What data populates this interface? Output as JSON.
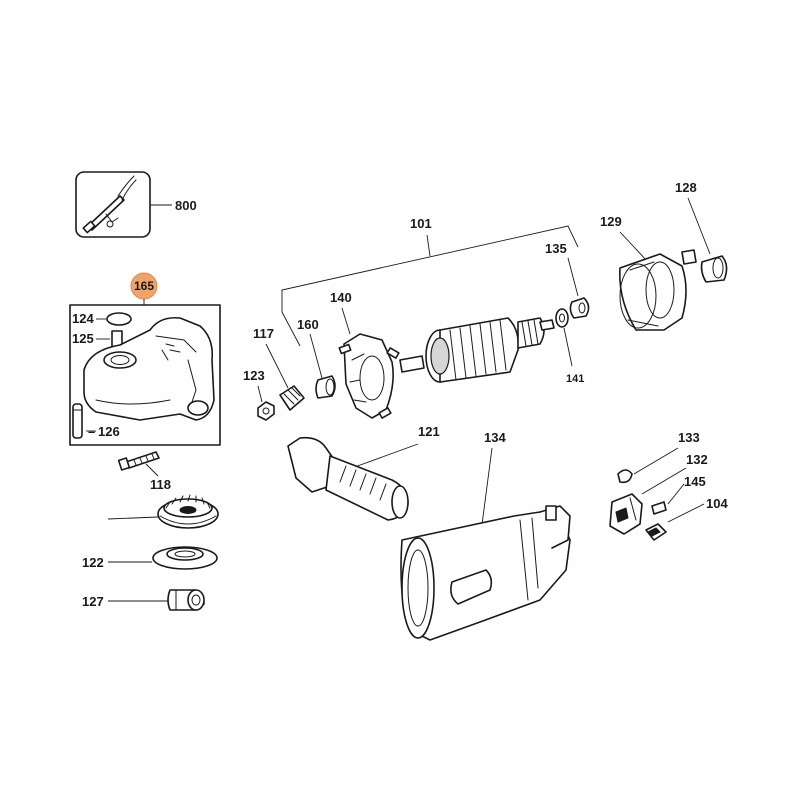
{
  "diagram": {
    "highlight_color": "#f0a46a",
    "labels": {
      "p800": "800",
      "p165": "165",
      "p124": "124",
      "p125": "125",
      "p126": "126",
      "p118": "118",
      "p122": "122",
      "p127": "127",
      "p101": "101",
      "p140": "140",
      "p117": "117",
      "p160": "160",
      "p123": "123",
      "p135": "135",
      "p141": "141",
      "p129": "129",
      "p128": "128",
      "p121": "121",
      "p134": "134",
      "p133": "133",
      "p132": "132",
      "p145": "145",
      "p104": "104"
    },
    "dash": "–"
  }
}
